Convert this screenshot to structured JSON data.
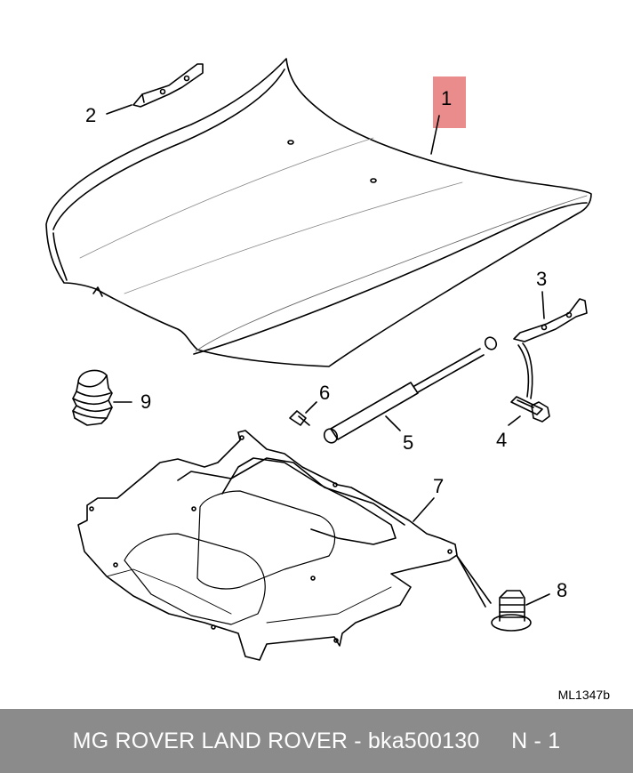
{
  "diagram": {
    "callouts": [
      {
        "id": "1",
        "label": "1"
      },
      {
        "id": "2",
        "label": "2"
      },
      {
        "id": "3",
        "label": "3"
      },
      {
        "id": "4",
        "label": "4"
      },
      {
        "id": "5",
        "label": "5"
      },
      {
        "id": "6",
        "label": "6"
      },
      {
        "id": "7",
        "label": "7"
      },
      {
        "id": "8",
        "label": "8"
      },
      {
        "id": "9",
        "label": "9"
      }
    ],
    "reference_code": "ML1347b",
    "highlight_color": "#e87878"
  },
  "footer": {
    "text": "MG ROVER LAND ROVER - bka500130     N - 1",
    "background": "#8b8b8b",
    "text_color": "#ffffff"
  }
}
